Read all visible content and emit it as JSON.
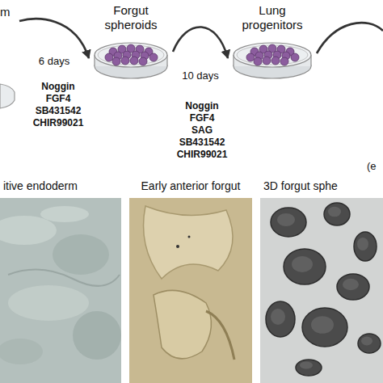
{
  "diagram": {
    "nodes": [
      {
        "text": [
          "m"
        ]
      },
      {
        "text": [
          "Forgut spheroids"
        ]
      },
      {
        "text": [
          "Lung progenitors"
        ]
      },
      {
        "text": [
          "itive endoderm"
        ]
      },
      {
        "text": [
          "Early anterior forgut"
        ]
      },
      {
        "text": [
          "3D forgut sphe"
        ]
      }
    ],
    "edges": [
      {
        "from": 0,
        "to": 1,
        "arrow": "to",
        "label": "6 days"
      },
      {
        "from": 1,
        "to": 2,
        "arrow": "to",
        "label": "10 days"
      }
    ],
    "labels": [
      "Noggin",
      "FGF4",
      "SB431542",
      "CHIR99021",
      "Noggin",
      "FGF4",
      "SAG",
      "SB431542",
      "CHIR99021",
      "(e"
    ]
  }
}
